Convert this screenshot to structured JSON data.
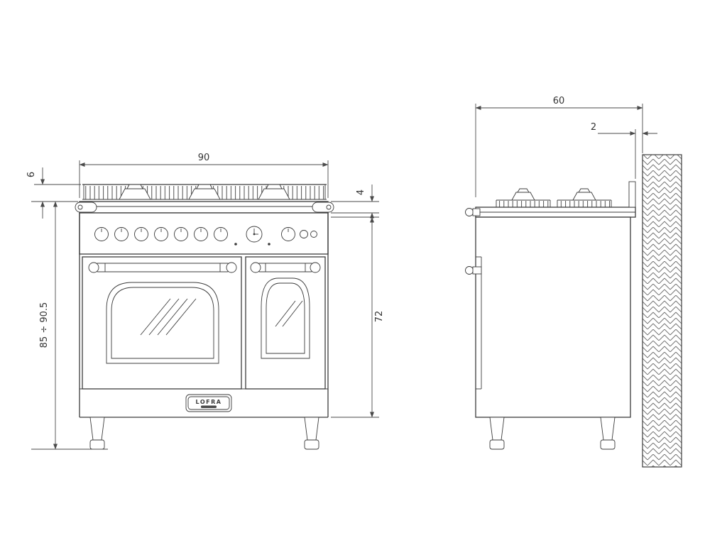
{
  "drawing": {
    "logo": "LOFRA",
    "dims": {
      "width": "90",
      "grate_height": "6",
      "top_edge": "4",
      "overall_height": "85 ÷ 90.5",
      "body_height": "72",
      "depth": "60",
      "wall_gap": "2"
    },
    "colors": {
      "line": "#3c3c3c",
      "dimension": "#4a4a4a",
      "text": "#333333",
      "background": "#ffffff"
    }
  }
}
